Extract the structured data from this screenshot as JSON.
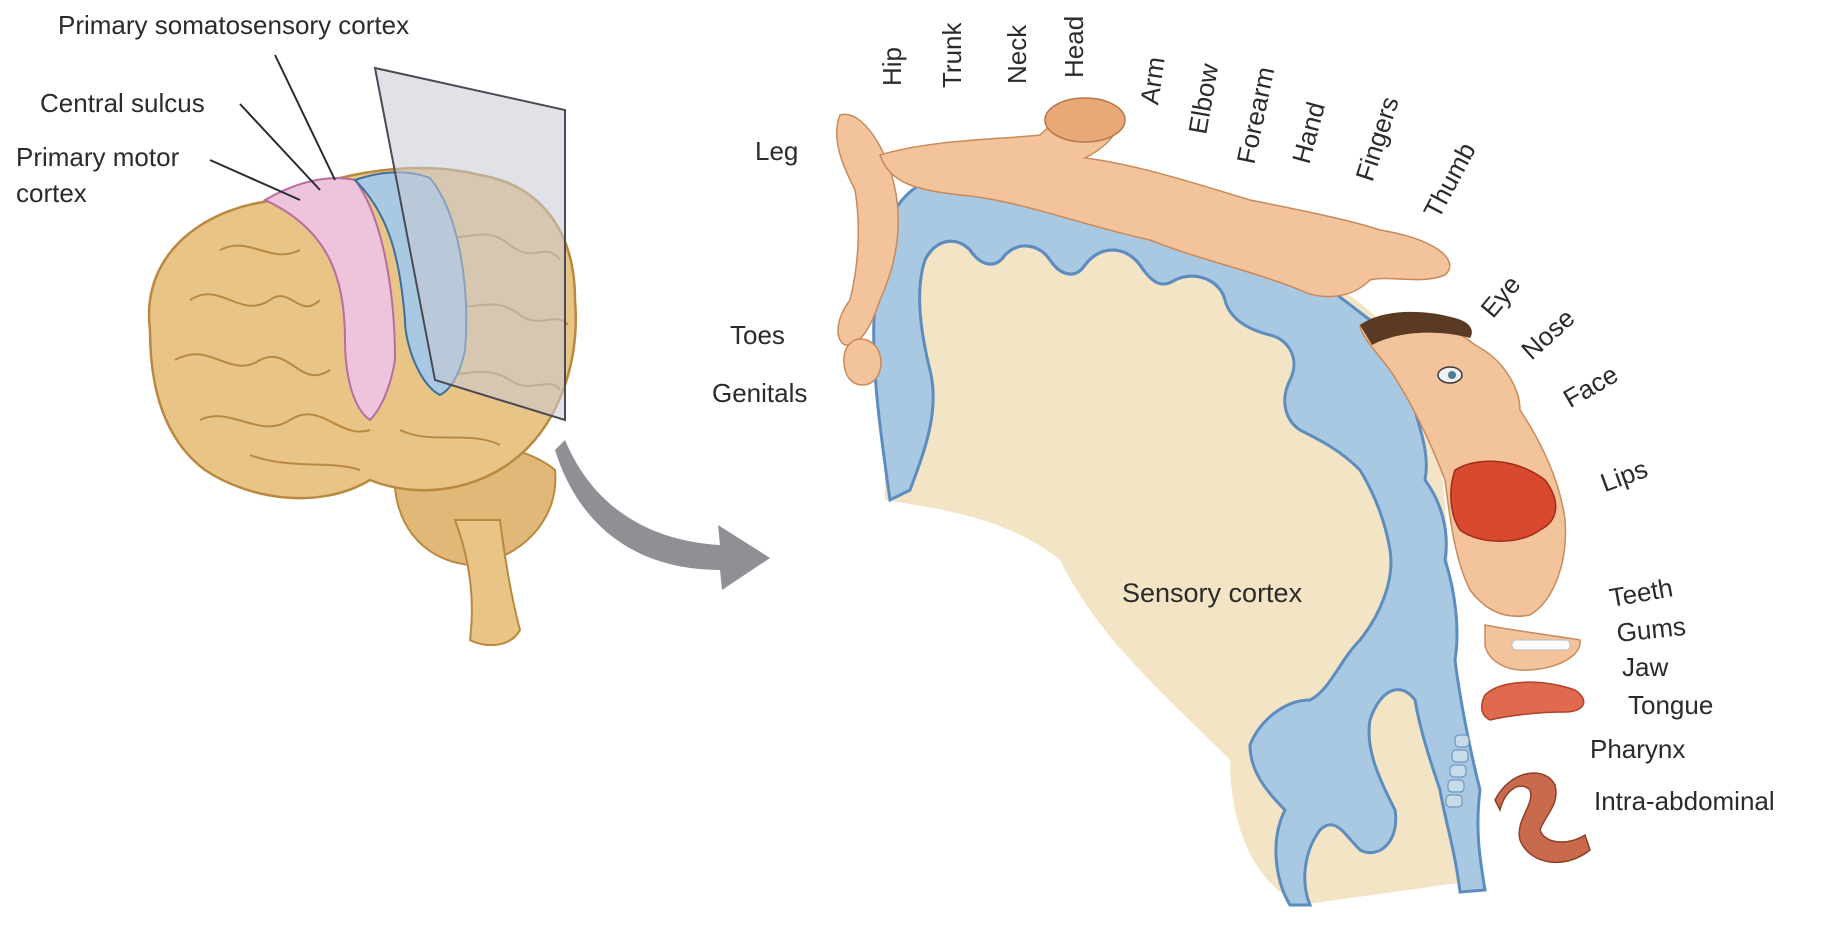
{
  "colors": {
    "brain": "#e9c487",
    "brain_line": "#b9893f",
    "motor_cortex": "#eec4dd",
    "somatosensory": "#a9c8e2",
    "cortex_fill": "#f2e4c4",
    "cortex_outline": "#7fa7cf",
    "body_skin": "#f3c49c",
    "lips": "#d9492f",
    "arrow": "#8f8f95"
  },
  "brain_labels": {
    "somatosensory": "Primary somatosensory cortex",
    "central_sulcus": "Central sulcus",
    "motor_line1": "Primary motor",
    "motor_line2": "cortex"
  },
  "cortex_label": "Sensory cortex",
  "body_parts": {
    "hip": "Hip",
    "trunk": "Trunk",
    "neck": "Neck",
    "head": "Head",
    "arm": "Arm",
    "elbow": "Elbow",
    "forearm": "Forearm",
    "hand": "Hand",
    "fingers": "Fingers",
    "thumb": "Thumb",
    "leg": "Leg",
    "toes": "Toes",
    "genitals": "Genitals",
    "eye": "Eye",
    "nose": "Nose",
    "face": "Face",
    "lips": "Lips",
    "teeth": "Teeth",
    "gums": "Gums",
    "jaw": "Jaw",
    "tongue": "Tongue",
    "pharynx": "Pharynx",
    "intra_abdominal": "Intra-abdominal"
  }
}
